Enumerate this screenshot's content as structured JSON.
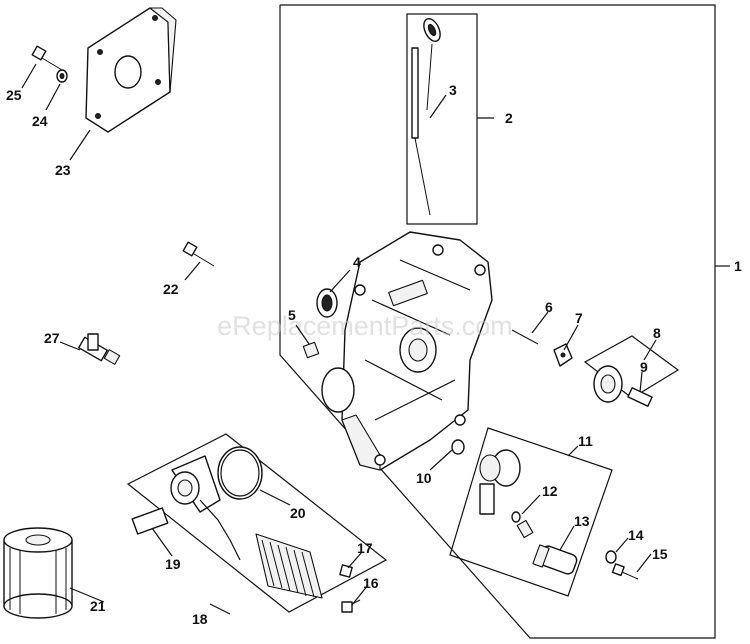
{
  "watermark": "eReplacementParts.com",
  "callouts": [
    {
      "id": "1",
      "text": "1"
    },
    {
      "id": "2",
      "text": "2"
    },
    {
      "id": "3",
      "text": "3"
    },
    {
      "id": "4",
      "text": "4"
    },
    {
      "id": "5",
      "text": "5"
    },
    {
      "id": "6",
      "text": "6"
    },
    {
      "id": "7",
      "text": "7"
    },
    {
      "id": "8",
      "text": "8"
    },
    {
      "id": "9",
      "text": "9"
    },
    {
      "id": "10",
      "text": "10"
    },
    {
      "id": "11",
      "text": "11"
    },
    {
      "id": "12",
      "text": "12"
    },
    {
      "id": "13",
      "text": "13"
    },
    {
      "id": "14",
      "text": "14"
    },
    {
      "id": "15",
      "text": "15"
    },
    {
      "id": "16",
      "text": "16"
    },
    {
      "id": "17",
      "text": "17"
    },
    {
      "id": "18",
      "text": "18"
    },
    {
      "id": "19",
      "text": "19"
    },
    {
      "id": "20",
      "text": "20"
    },
    {
      "id": "21",
      "text": "21"
    },
    {
      "id": "22",
      "text": "22"
    },
    {
      "id": "23",
      "text": "23"
    },
    {
      "id": "24",
      "text": "24"
    },
    {
      "id": "25",
      "text": "25"
    },
    {
      "id": "27",
      "text": "27"
    }
  ]
}
